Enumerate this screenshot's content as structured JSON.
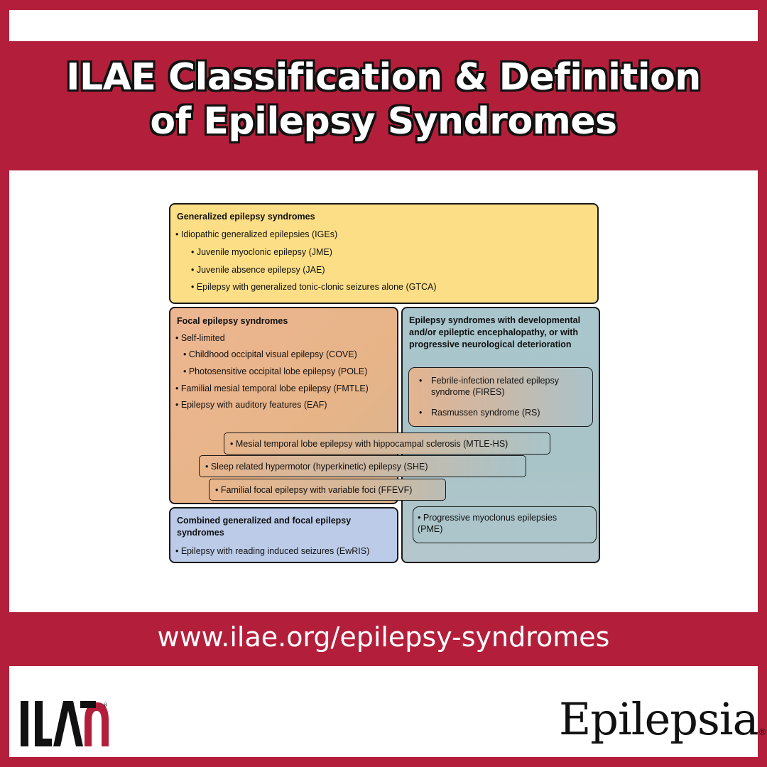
{
  "title": {
    "line1": "ILAE Classification & Definition",
    "line2": "of Epilepsy Syndromes"
  },
  "url": "www.ilae.org/epilepsy-syndromes",
  "generalized": {
    "heading": "Generalized epilepsy syndromes",
    "items": [
      "• Idiopathic generalized epilepsies (IGEs)",
      "• Juvenile myoclonic epilepsy (JME)",
      "• Juvenile absence epilepsy (JAE)",
      "• Epilepsy with generalized tonic-clonic seizures alone (GTCA)"
    ]
  },
  "focal": {
    "heading": "Focal epilepsy syndromes",
    "items": [
      "• Self-limited",
      "• Childhood occipital visual epilepsy (COVE)",
      "• Photosensitive occipital lobe epilepsy (POLE)",
      "• Familial mesial temporal lobe epilepsy (FMTLE)",
      "• Epilepsy with auditory features (EAF)"
    ]
  },
  "dee": {
    "heading": "Epilepsy syndromes with developmental and/or epileptic encephalopathy, or with progressive neurological deterioration",
    "fires": "Febrile-infection related epilepsy syndrome (FIRES)",
    "rs": "Rasmussen syndrome (RS)",
    "pme": "• Progressive myoclonus epilepsies (PME)",
    "bullet": "•"
  },
  "overlap": [
    "• Mesial temporal lobe epilepsy with hippocampal sclerosis (MTLE-HS)",
    "• Sleep related hypermotor (hyperkinetic) epilepsy (SHE)",
    "• Familial focal epilepsy with variable foci (FFEVF)"
  ],
  "combined": {
    "heading": "Combined generalized and focal epilepsy syndromes",
    "items": [
      "• Epilepsy with reading induced seizures (EwRIS)"
    ]
  },
  "logos": {
    "ilae": "ILAE",
    "epilepsia": "Epilepsia",
    "registered": "®"
  },
  "colors": {
    "brand_red": "#b31f3b",
    "generalized": "#fbde86",
    "focal": "#edb691",
    "dee": "#a9c6cd",
    "combined": "#bccbe8"
  }
}
